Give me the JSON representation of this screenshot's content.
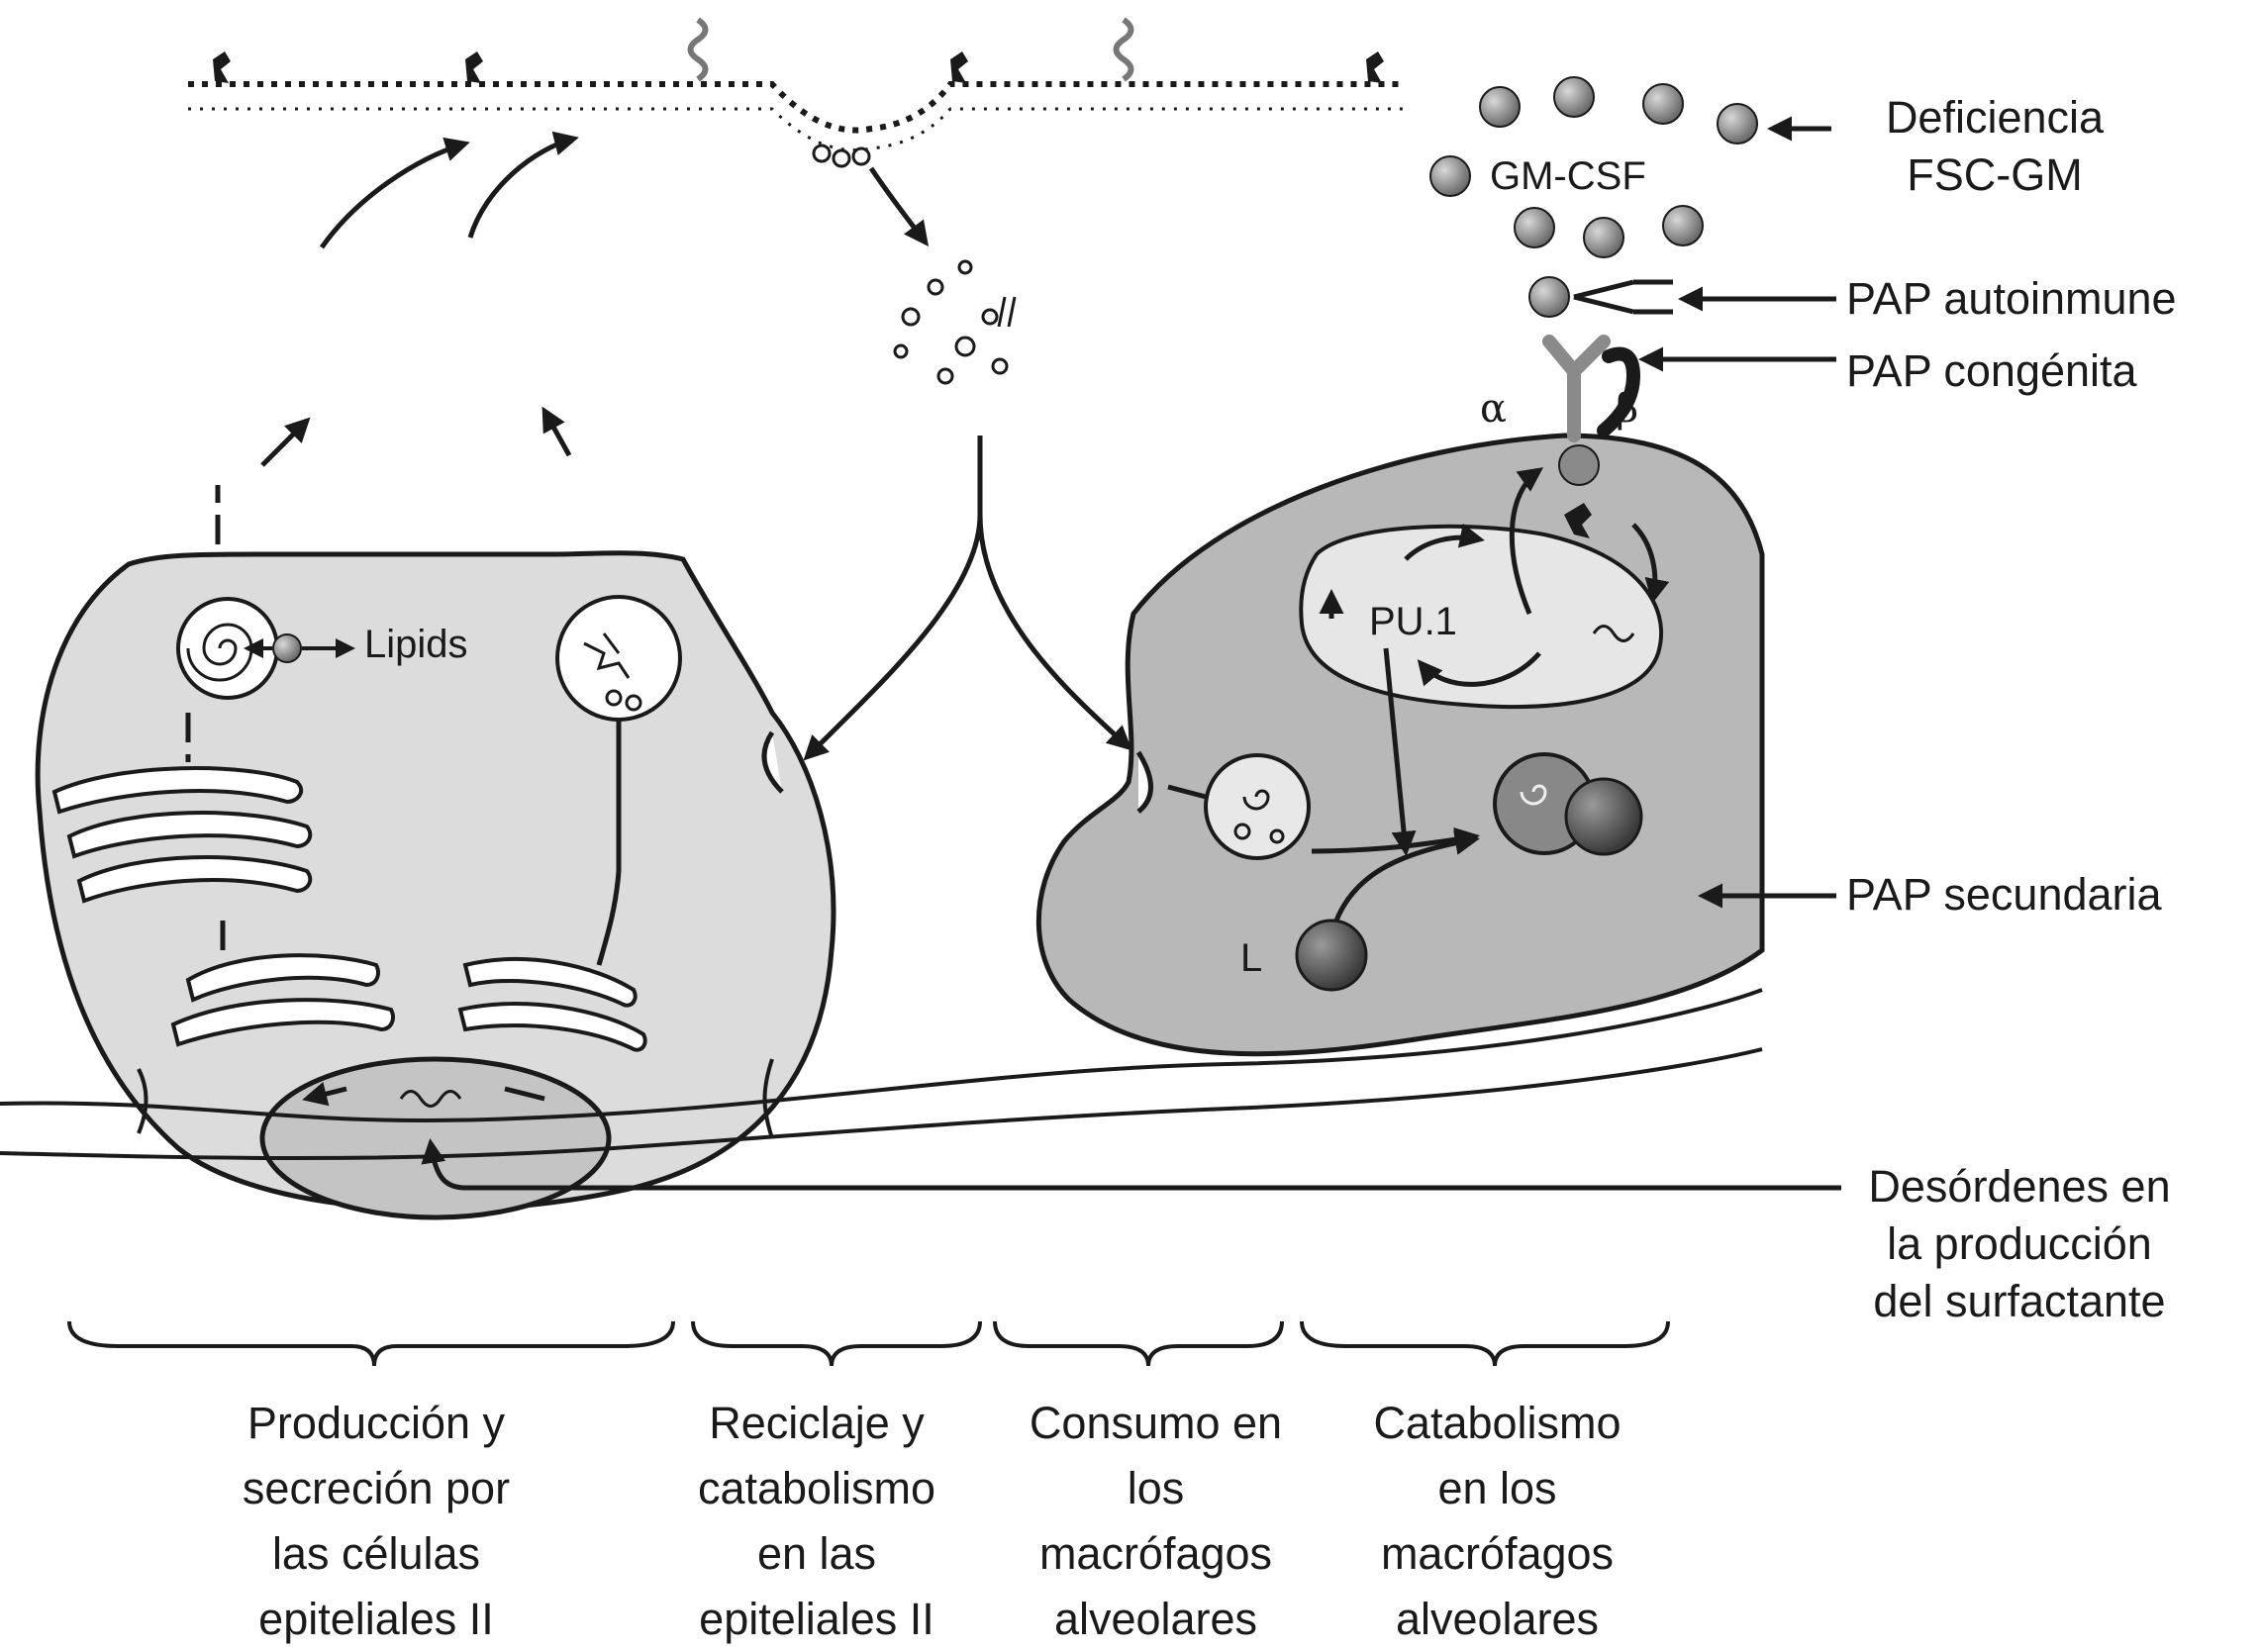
{
  "labels": {
    "gmcsf": "GM-CSF",
    "alpha": "α",
    "beta": "β",
    "pu1": "PU.1",
    "lipids": "Lipids",
    "L": "L"
  },
  "causes": [
    {
      "lines": [
        "Deficiencia",
        "FSC-GM"
      ]
    },
    {
      "lines": [
        "PAP autoinmune"
      ]
    },
    {
      "lines": [
        "PAP congénita"
      ]
    },
    {
      "lines": [
        "PAP secundaria"
      ]
    },
    {
      "lines": [
        "Desórdenes en",
        "la producción",
        "del surfactante"
      ]
    }
  ],
  "stages": [
    {
      "lines": [
        "Producción y",
        "secreción por",
        "las células",
        "epiteliales II"
      ]
    },
    {
      "lines": [
        "Reciclaje y",
        "catabolismo",
        "en las",
        "epiteliales II"
      ]
    },
    {
      "lines": [
        "Consumo en",
        "los",
        "macrófagos",
        "alveolares"
      ]
    },
    {
      "lines": [
        "Catabolismo",
        "en los",
        "macrófagos",
        "alveolares"
      ]
    }
  ],
  "colors": {
    "cell_epithelial": "#dcdcdc",
    "cell_macrophage": "#b8b8b8",
    "nucleus": "#c4c4c4",
    "outline": "#1a1a1a",
    "granule": "#7a7a7a"
  }
}
